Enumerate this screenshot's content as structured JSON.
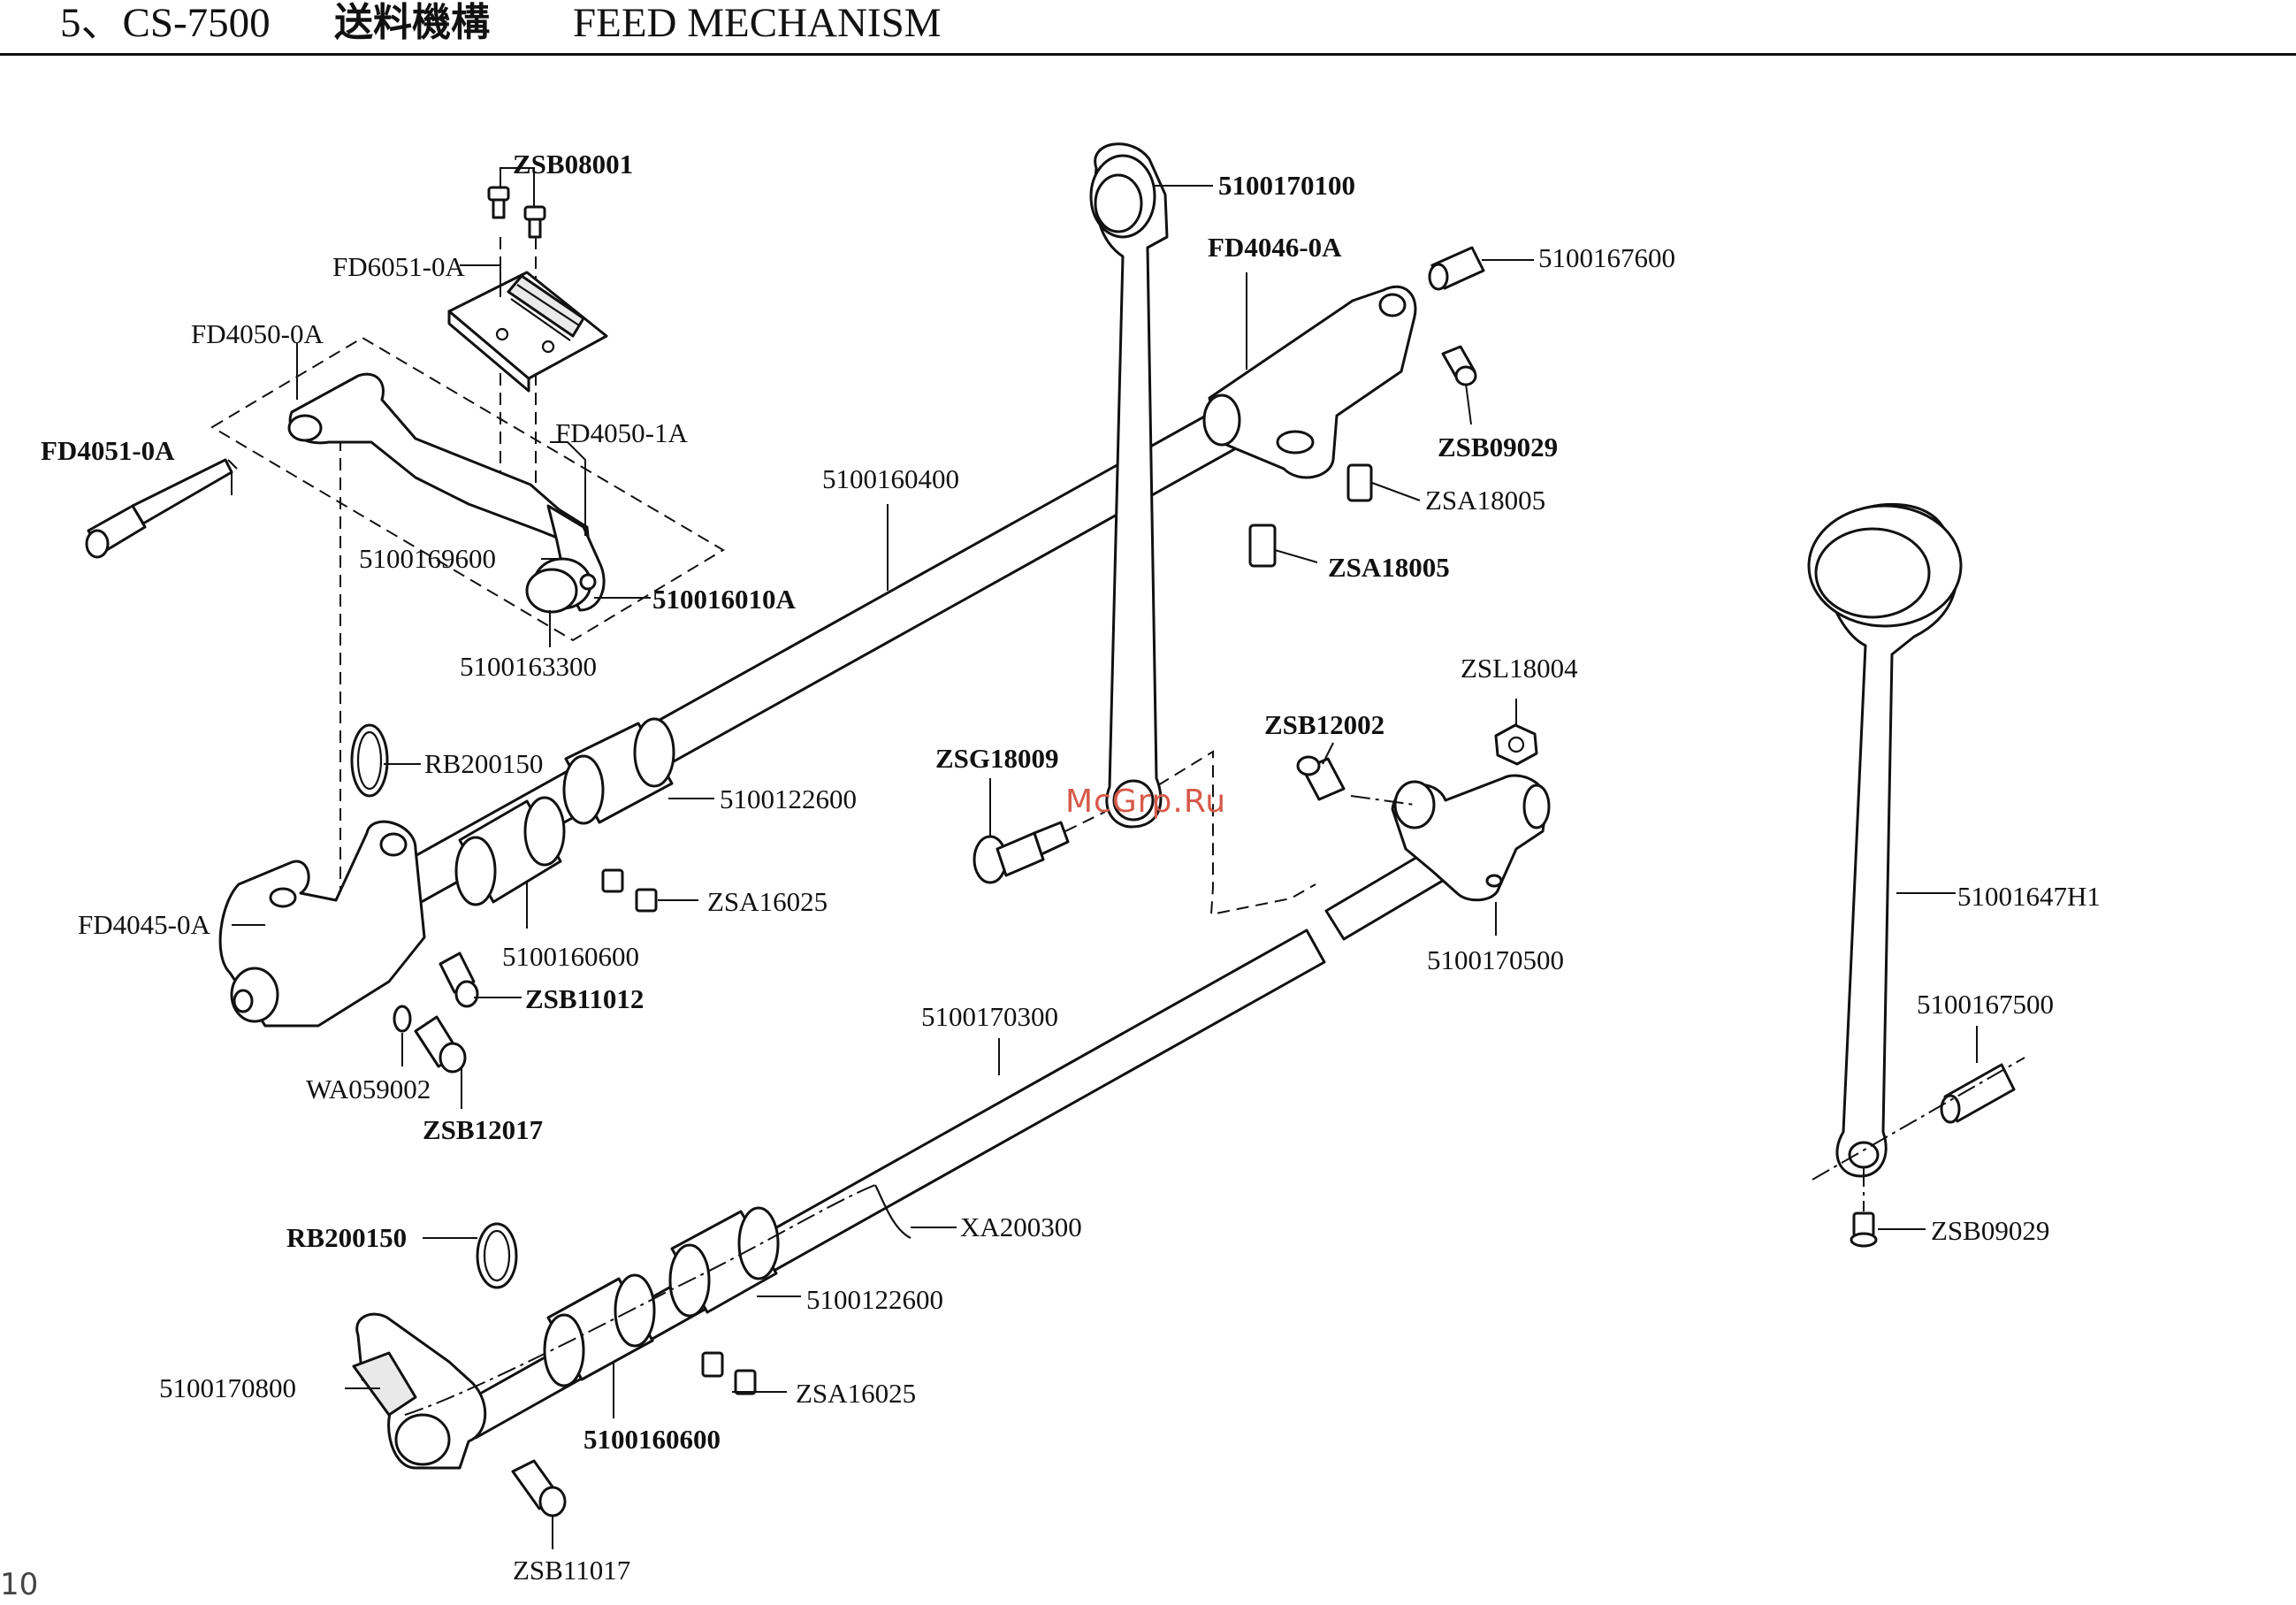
{
  "header": {
    "model": "5、CS-7500",
    "title_cn": "送料機構",
    "title_en": "FEED MECHANISM"
  },
  "page_number": "10",
  "watermark": "McGrp.Ru",
  "callouts": [
    {
      "id": "zsb08001",
      "text": "ZSB08001",
      "bold": true
    },
    {
      "id": "fd6051-0a",
      "text": "FD6051-0A",
      "bold": false
    },
    {
      "id": "fd4050-0a",
      "text": "FD4050-0A",
      "bold": false
    },
    {
      "id": "fd4051-0a",
      "text": "FD4051-0A",
      "bold": true
    },
    {
      "id": "fd4050-1a",
      "text": "FD4050-1A",
      "bold": false
    },
    {
      "id": "5100169600",
      "text": "5100169600",
      "bold": false
    },
    {
      "id": "510016010a",
      "text": "510016010A",
      "bold": true
    },
    {
      "id": "5100163300",
      "text": "5100163300",
      "bold": false
    },
    {
      "id": "5100160400",
      "text": "5100160400",
      "bold": false
    },
    {
      "id": "5100170100",
      "text": "5100170100",
      "bold": true
    },
    {
      "id": "fd4046-0a",
      "text": "FD4046-0A",
      "bold": true
    },
    {
      "id": "5100167600",
      "text": "5100167600",
      "bold": false
    },
    {
      "id": "zsb09029-top",
      "text": "ZSB09029",
      "bold": true
    },
    {
      "id": "zsa18005-a",
      "text": "ZSA18005",
      "bold": false
    },
    {
      "id": "zsa18005-b",
      "text": "ZSA18005",
      "bold": true
    },
    {
      "id": "rb200150-top",
      "text": "RB200150",
      "bold": false
    },
    {
      "id": "5100122600-top",
      "text": "5100122600",
      "bold": false
    },
    {
      "id": "zsa16025-top",
      "text": "ZSA16025",
      "bold": false
    },
    {
      "id": "fd4045-0a",
      "text": "FD4045-0A",
      "bold": false
    },
    {
      "id": "5100160600-top",
      "text": "5100160600",
      "bold": false
    },
    {
      "id": "zsb11012",
      "text": "ZSB11012",
      "bold": true
    },
    {
      "id": "wa059002",
      "text": "WA059002",
      "bold": false
    },
    {
      "id": "zsb12017",
      "text": "ZSB12017",
      "bold": true
    },
    {
      "id": "zsl18004",
      "text": "ZSL18004",
      "bold": false
    },
    {
      "id": "zsb12002",
      "text": "ZSB12002",
      "bold": true
    },
    {
      "id": "zsg18009",
      "text": "ZSG18009",
      "bold": true
    },
    {
      "id": "5100170500",
      "text": "5100170500",
      "bold": false
    },
    {
      "id": "51001647h1",
      "text": "51001647H1",
      "bold": false
    },
    {
      "id": "5100167500",
      "text": "5100167500",
      "bold": false
    },
    {
      "id": "zsb09029-right",
      "text": "ZSB09029",
      "bold": false
    },
    {
      "id": "5100170300",
      "text": "5100170300",
      "bold": false
    },
    {
      "id": "xa200300",
      "text": "XA200300",
      "bold": false
    },
    {
      "id": "rb200150-bottom",
      "text": "RB200150",
      "bold": true
    },
    {
      "id": "5100122600-bottom",
      "text": "5100122600",
      "bold": false
    },
    {
      "id": "5100170800",
      "text": "5100170800",
      "bold": false
    },
    {
      "id": "zsa16025-bottom",
      "text": "ZSA16025",
      "bold": false
    },
    {
      "id": "5100160600-bottom",
      "text": "5100160600",
      "bold": true
    },
    {
      "id": "zsb11017",
      "text": "ZSB11017",
      "bold": false
    }
  ]
}
